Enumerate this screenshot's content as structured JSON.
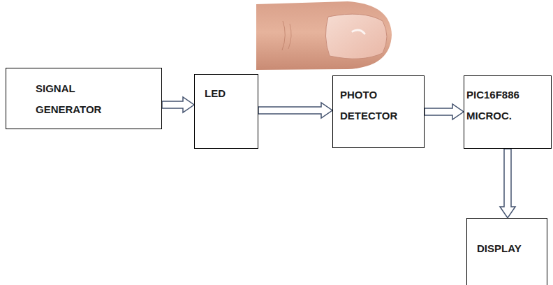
{
  "diagram": {
    "nodes": [
      {
        "text": [
          "SIGNAL GENERATOR"
        ]
      },
      {
        "text": [
          "LED"
        ]
      },
      {
        "text": [
          "PHOTO DETECTOR"
        ]
      },
      {
        "text": [
          "PIC16F886 MICROC."
        ]
      },
      {
        "text": [
          "DISPLAY"
        ]
      }
    ],
    "edges": [
      {
        "from": 0,
        "to": 1,
        "arrow": "to"
      },
      {
        "from": 1,
        "to": 2,
        "arrow": "to"
      },
      {
        "from": 2,
        "to": 3,
        "arrow": "to"
      },
      {
        "from": 3,
        "to": 4,
        "arrow": "to"
      }
    ]
  }
}
